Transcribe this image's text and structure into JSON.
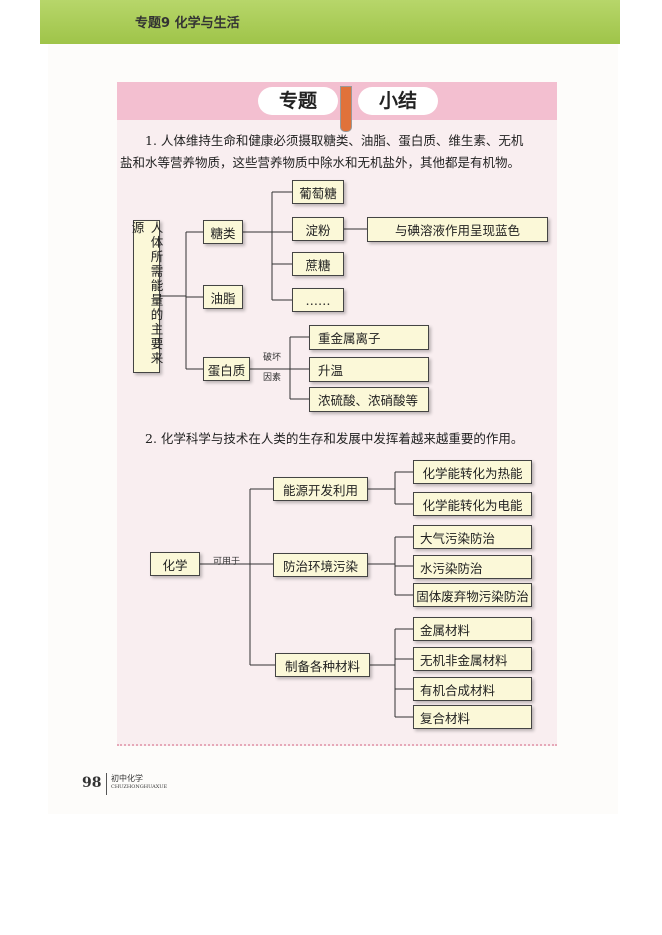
{
  "header": {
    "title": "专题9 化学与生活"
  },
  "banner": {
    "left": "专题",
    "right": "小结"
  },
  "para1": {
    "line1": "1. 人体维持生命和健康必须摄取糖类、油脂、蛋白质、维生素、无机",
    "line2": "盐和水等营养物质，这些营养物质中除水和无机盐外，其他都是有机物。"
  },
  "diagram1": {
    "root": "人体所需能量的主要来源",
    "sugar": "糖类",
    "fat": "油脂",
    "protein": "蛋白质",
    "glucose": "葡萄糖",
    "starch": "淀粉",
    "starch_note": "与碘溶液作用呈现蓝色",
    "sucrose": "蔗糖",
    "etc": "……",
    "factor_label1": "破坏",
    "factor_label2": "因素",
    "f1": "重金属离子",
    "f2": "升温",
    "f3": "浓硫酸、浓硝酸等"
  },
  "para2": "2. 化学科学与技术在人类的生存和发展中发挥着越来越重要的作用。",
  "diagram2": {
    "root": "化学",
    "edge": "可用于",
    "energy": "能源开发利用",
    "env": "防治环境污染",
    "mat": "制备各种材料",
    "e1": "化学能转化为热能",
    "e2": "化学能转化为电能",
    "v1": "大气污染防治",
    "v2": "水污染防治",
    "v3": "固体废弃物污染防治",
    "m1": "金属材料",
    "m2": "无机非金属材料",
    "m3": "有机合成材料",
    "m4": "复合材料"
  },
  "footer": {
    "page": "98",
    "book": "初中化学",
    "book_pinyin": "CHUZHONGHUAXUE"
  }
}
